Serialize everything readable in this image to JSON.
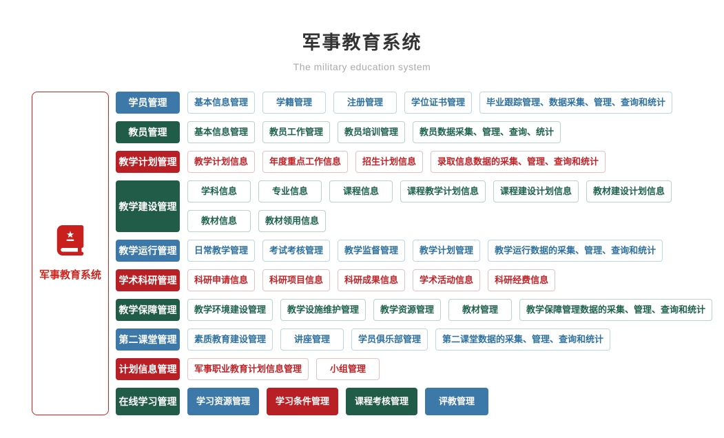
{
  "header": {
    "title": "军事教育系统",
    "subtitle": "The military education system"
  },
  "root": {
    "label": "军事教育系统",
    "icon": "book-star-icon"
  },
  "palette": {
    "blue": "#3c79a8",
    "green": "#215c49",
    "red": "#b92025",
    "blue_outline_text": "#2e719f",
    "green_outline_text": "#1e624e",
    "red_outline_text": "#c02428",
    "root_red": "#d3231f",
    "title_text": "#333333",
    "subtitle_text": "#aaaaaa"
  },
  "rows": [
    {
      "id": "student-management",
      "header": "学员管理",
      "color": "blue",
      "lines": [
        [
          {
            "label": "基本信息管理",
            "variant": "outline",
            "color": "blue"
          },
          {
            "label": "学籍管理",
            "variant": "outline",
            "color": "blue"
          },
          {
            "label": "注册管理",
            "variant": "outline",
            "color": "blue"
          },
          {
            "label": "学位证书管理",
            "variant": "outline",
            "color": "blue"
          },
          {
            "label": "毕业跟踪管理、数据采集、管理、查询和统计",
            "variant": "outline",
            "color": "blue"
          }
        ]
      ]
    },
    {
      "id": "instructor-management",
      "header": "教员管理",
      "color": "green",
      "lines": [
        [
          {
            "label": "基本信息管理",
            "variant": "outline",
            "color": "green"
          },
          {
            "label": "教员工作管理",
            "variant": "outline",
            "color": "green"
          },
          {
            "label": "教员培训管理",
            "variant": "outline",
            "color": "green"
          },
          {
            "label": "教员数据采集、管理、查询、统计",
            "variant": "outline",
            "color": "green"
          }
        ]
      ]
    },
    {
      "id": "teaching-plan-management",
      "header": "教学计划管理",
      "color": "red",
      "lines": [
        [
          {
            "label": "教学计划信息",
            "variant": "outline",
            "color": "red"
          },
          {
            "label": "年度重点工作信息",
            "variant": "outline",
            "color": "red"
          },
          {
            "label": "招生计划信息",
            "variant": "outline",
            "color": "red"
          },
          {
            "label": "录取信息数据的采集、管理、查询和统计",
            "variant": "outline",
            "color": "red"
          }
        ]
      ]
    },
    {
      "id": "teaching-construction-management",
      "header": "教学建设管理",
      "color": "green",
      "lines": [
        [
          {
            "label": "学科信息",
            "variant": "outline",
            "color": "green"
          },
          {
            "label": "专业信息",
            "variant": "outline",
            "color": "green"
          },
          {
            "label": "课程信息",
            "variant": "outline",
            "color": "green"
          },
          {
            "label": "课程教学计划信息",
            "variant": "outline",
            "color": "green"
          },
          {
            "label": "课程建设计划信息",
            "variant": "outline",
            "color": "green"
          },
          {
            "label": "教材建设计划信息",
            "variant": "outline",
            "color": "green"
          }
        ],
        [
          {
            "label": "教材信息",
            "variant": "outline",
            "color": "green"
          },
          {
            "label": "教材领用信息",
            "variant": "outline",
            "color": "green"
          }
        ]
      ]
    },
    {
      "id": "teaching-operation-management",
      "header": "教学运行管理",
      "color": "blue",
      "lines": [
        [
          {
            "label": "日常教学管理",
            "variant": "outline",
            "color": "blue"
          },
          {
            "label": "考试考核管理",
            "variant": "outline",
            "color": "blue"
          },
          {
            "label": "教学监督管理",
            "variant": "outline",
            "color": "blue"
          },
          {
            "label": "教学计划管理",
            "variant": "outline",
            "color": "blue"
          },
          {
            "label": "教学运行数据的采集、管理、查询和统计",
            "variant": "outline",
            "color": "blue"
          }
        ]
      ]
    },
    {
      "id": "academic-research-management",
      "header": "学术科研管理",
      "color": "red",
      "lines": [
        [
          {
            "label": "科研申请信息",
            "variant": "outline",
            "color": "red"
          },
          {
            "label": "科研项目信息",
            "variant": "outline",
            "color": "red"
          },
          {
            "label": "科研成果信息",
            "variant": "outline",
            "color": "red"
          },
          {
            "label": "学术活动信息",
            "variant": "outline",
            "color": "red"
          },
          {
            "label": "科研经费信息",
            "variant": "outline",
            "color": "red"
          }
        ]
      ]
    },
    {
      "id": "teaching-support-management",
      "header": "教学保障管理",
      "color": "green",
      "lines": [
        [
          {
            "label": "教学环境建设管理",
            "variant": "outline",
            "color": "green"
          },
          {
            "label": "教学设施维护管理",
            "variant": "outline",
            "color": "green"
          },
          {
            "label": "教学资源管理",
            "variant": "outline",
            "color": "green"
          },
          {
            "label": "教材管理",
            "variant": "outline",
            "color": "green"
          },
          {
            "label": "教学保障管理数据的采集、管理、查询和统计",
            "variant": "outline",
            "color": "green"
          }
        ]
      ]
    },
    {
      "id": "second-classroom-management",
      "header": "第二课堂管理",
      "color": "blue",
      "lines": [
        [
          {
            "label": "素质教育建设管理",
            "variant": "outline",
            "color": "blue"
          },
          {
            "label": "讲座管理",
            "variant": "outline",
            "color": "blue"
          },
          {
            "label": "学员俱乐部管理",
            "variant": "outline",
            "color": "blue"
          },
          {
            "label": "第二课堂数据的采集、管理、查询和统计",
            "variant": "outline",
            "color": "blue"
          }
        ]
      ]
    },
    {
      "id": "plan-information-management",
      "header": "计划信息管理",
      "color": "red",
      "lines": [
        [
          {
            "label": "军事职业教育计划信息管理",
            "variant": "outline",
            "color": "red"
          },
          {
            "label": "小组管理",
            "variant": "outline",
            "color": "red"
          }
        ]
      ]
    },
    {
      "id": "online-learning-management",
      "header": "在线学习管理",
      "color": "green",
      "tall": true,
      "lines": [
        [
          {
            "label": "学习资源管理",
            "variant": "solid",
            "color": "blue"
          },
          {
            "label": "学习条件管理",
            "variant": "solid",
            "color": "red"
          },
          {
            "label": "课程考核管理",
            "variant": "solid",
            "color": "green"
          },
          {
            "label": "评教管理",
            "variant": "solid",
            "color": "blue"
          }
        ]
      ]
    }
  ]
}
